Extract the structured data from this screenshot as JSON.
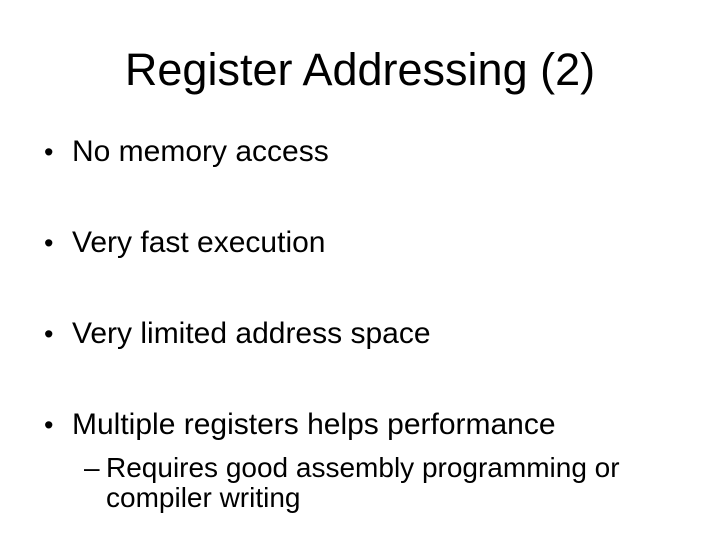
{
  "slide": {
    "background_color": "#ffffff",
    "text_color": "#000000",
    "title": "Register Addressing (2)",
    "bullet_glyph": "•",
    "sub_bullet_glyph": "–",
    "bullets": [
      {
        "label": "No memory access"
      },
      {
        "label": "Very fast execution"
      },
      {
        "label": "Very limited address space"
      },
      {
        "label": "Multiple registers helps performance",
        "sub": [
          "Requires good assembly programming or compiler writing"
        ]
      }
    ]
  }
}
